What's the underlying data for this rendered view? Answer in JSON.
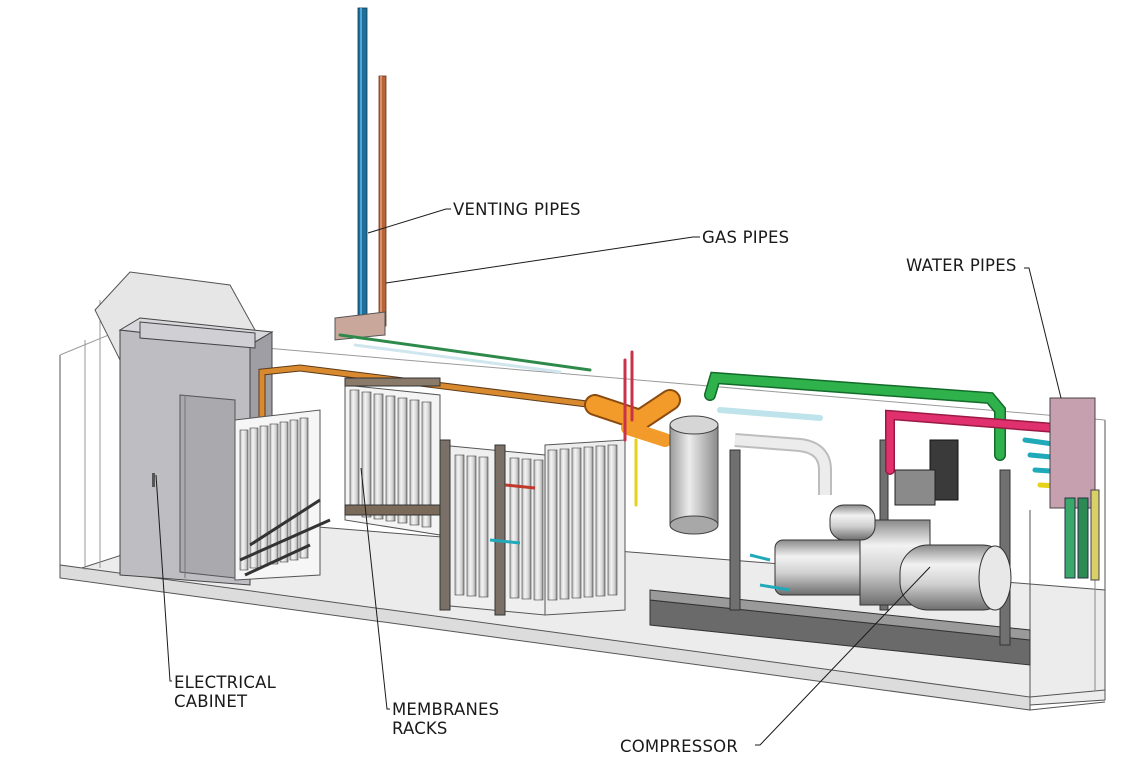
{
  "labels": {
    "venting_pipes": "VENTING PIPES",
    "gas_pipes": "GAS PIPES",
    "water_pipes": "WATER PIPES",
    "electrical_cabinet": {
      "line1": "ELECTRICAL",
      "line2": "CABINET"
    },
    "membranes_racks": {
      "line1": "MEMBRANES",
      "line2": "RACKS"
    },
    "compressor": "COMPRESSOR"
  },
  "colors": {
    "venting_pipe_blue": "#1f6f9a",
    "venting_pipe_orange": "#b8643a",
    "gas_pipe_orange": "#d98a2e",
    "water_pipe_green": "#2fb24c",
    "water_pipe_pink": "#e0306e",
    "water_pipe_cyan": "#20a9b8",
    "water_pipe_yellow": "#e6d21c",
    "outline": "#2b2b2b"
  }
}
